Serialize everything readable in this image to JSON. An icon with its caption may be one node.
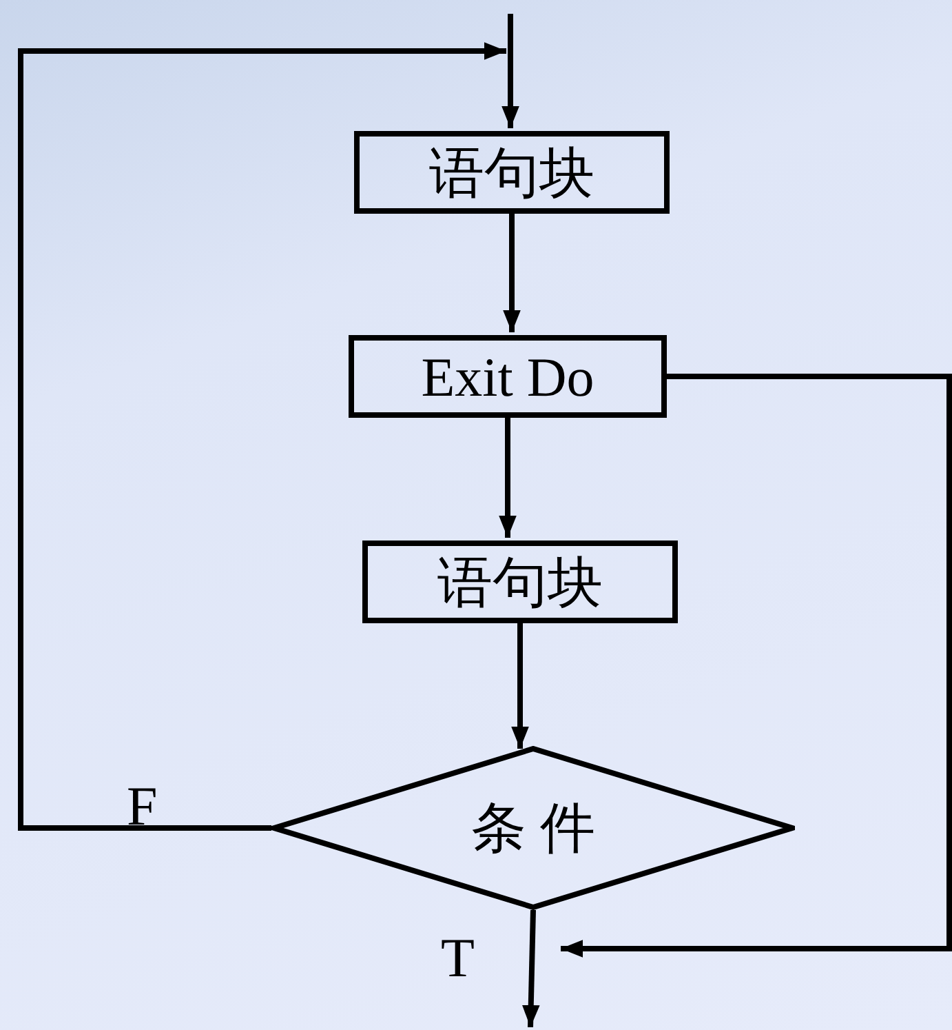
{
  "diagram": {
    "nodes": [
      {
        "text": [
          "语句块"
        ]
      },
      {
        "text": [
          "Exit Do"
        ]
      },
      {
        "text": [
          "语句块"
        ]
      },
      {
        "text": [
          "条 件"
        ]
      }
    ],
    "edges": [
      {
        "from": null,
        "to": 0,
        "arrow": "to"
      },
      {
        "from": 0,
        "to": 1,
        "arrow": "to"
      },
      {
        "from": 1,
        "to": 2,
        "arrow": "to"
      },
      {
        "from": 2,
        "to": 3,
        "arrow": "to"
      },
      {
        "from": 3,
        "to": 0,
        "arrow": "to",
        "label": "F"
      },
      {
        "from": 3,
        "to": null,
        "arrow": "to",
        "label": "T"
      },
      {
        "from": 1,
        "to": null,
        "arrow": "to"
      }
    ]
  }
}
